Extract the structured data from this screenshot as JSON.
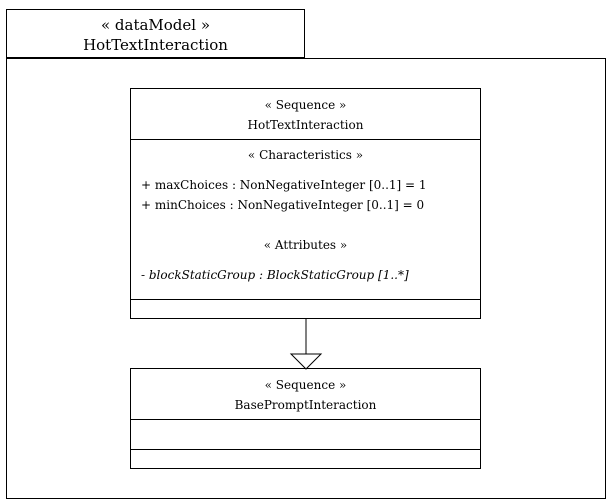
{
  "frame": {
    "stereotype": "« dataModel »",
    "name": "HotTextInteraction"
  },
  "classes": [
    {
      "stereotype": "« Sequence »",
      "name": "HotTextInteraction",
      "characteristics_header": "« Characteristics »",
      "characteristics": [
        "+ maxChoices : NonNegativeInteger [0..1] = 1",
        "+ minChoices : NonNegativeInteger [0..1] = 0"
      ],
      "attributes_header": "« Attributes »",
      "attributes": [
        "- blockStaticGroup : BlockStaticGroup [1..*]"
      ]
    },
    {
      "stereotype": "« Sequence »",
      "name": "BasePromptInteraction"
    }
  ],
  "relationships": [
    {
      "type": "generalization",
      "from": "HotTextInteraction",
      "to": "BasePromptInteraction"
    }
  ]
}
